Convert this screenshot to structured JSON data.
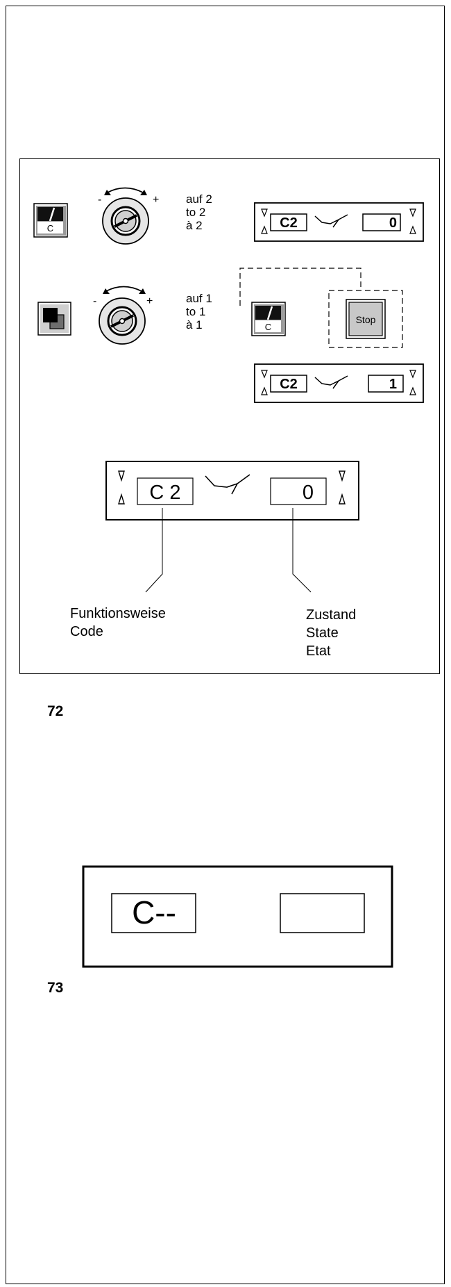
{
  "figure72": {
    "number": "72",
    "step1": {
      "key_letter": "C",
      "minus": "-",
      "plus": "+",
      "instruction": [
        "auf 2",
        "to 2",
        "à 2"
      ],
      "display": {
        "code": "C2",
        "state": "0"
      }
    },
    "step2": {
      "minus": "-",
      "plus": "+",
      "instruction": [
        "auf 1",
        "to 1",
        "à 1"
      ],
      "key_letter": "C",
      "stop_label": "Stop",
      "display": {
        "code": "C2",
        "state": "1"
      }
    },
    "large_display": {
      "code": "C 2",
      "state": "0"
    },
    "labels": {
      "left": [
        "Funktionsweise",
        "Code"
      ],
      "right": [
        "Zustand",
        "State",
        "Etat"
      ]
    }
  },
  "figure73": {
    "number": "73",
    "display": {
      "code": "C--",
      "state": ""
    }
  }
}
